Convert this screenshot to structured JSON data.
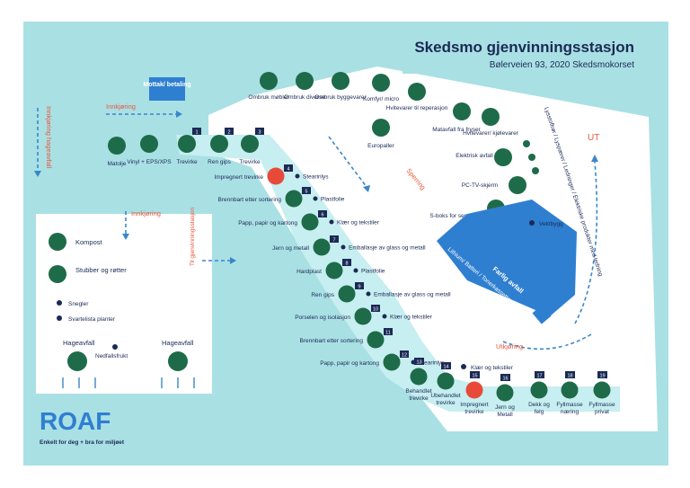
{
  "title": "Skedsmo gjenvinningsstasjon",
  "address": "Bølerveien 93, 2020 Skedsmokorset",
  "logo": {
    "name": "ROAF",
    "tagline": "Enkelt for deg + bra for miljøet"
  },
  "colors": {
    "water": "#a9e0e4",
    "road": "#c7eef0",
    "navy": "#1b2a55",
    "green": "#1e6b4a",
    "red": "#e84a3a",
    "blue": "#2f7fd1",
    "arrow": "#3b86c9",
    "accent": "#e8573e"
  },
  "flow": {
    "innkjoring_hageavfall": "Innkjøring hageavfall",
    "innkjoring_top": "Innkjøring",
    "innkjoring_left": "Innkjøring",
    "til_gjenvinning": "Til gjenvinningsstasjon",
    "sperring": "Sperring",
    "utkjoring": "Utkjøring",
    "ut": "UT"
  },
  "mottak": "Mottak/ betaling",
  "hage": {
    "kompost": "Kompost",
    "stubber": "Stubber og røtter",
    "snegler": "Snegler",
    "svartelista": "Svartelista planter",
    "hageavfall_1": "Hageavfall",
    "nedfallsfrukt": "Nedfallsfrukt",
    "hageavfall_2": "Hageavfall"
  },
  "top_row": {
    "matolje": "Matolje",
    "vinyl": "Vinyl + EPS/XPS",
    "trevirke_1": "Trevirke",
    "ren_gips": "Ren gips",
    "trevirke_2": "Trevirke"
  },
  "ombruk": {
    "mobler": "Ombruk møbler",
    "diverse": "Ombruk diverse",
    "byggevarer": "Ombruk byggevarer",
    "komfyr": "Komfyr/ micro",
    "hvitevarer_rep": "Hvitevarer til reperasjon",
    "europaller": "Europaller"
  },
  "right_side": {
    "matavfall": "Matavfall fra fryser",
    "hvitevarer": "Hvitevarer/ kjølevarer",
    "elektrisk": "Elektrisk avfall",
    "pctv": "PC-TV-skjerm",
    "sboks": "S-boks for sensitive data",
    "lysstoffror": "Lysstoffrør / Lyspærer / Ledninger / Elektriske produkter med ledning",
    "vektbygg": "Vektbygg",
    "farlig": "Farlig avfall",
    "building": "Lithium/ Batteri / Tonerkassetter / Bensin / Olje / Maling / Lakk / Asbest / Gass"
  },
  "left_column": [
    {
      "num": "4",
      "label": "Impregnert trevirke",
      "side": "Stearinlys"
    },
    {
      "num": "5",
      "label": "Brennbart etter sortering",
      "side": "Plastfolie"
    },
    {
      "num": "6",
      "label": "Papp, papir og kartong",
      "side": "Klær og tekstiler"
    },
    {
      "num": "7",
      "label": "Jern og metall",
      "side": "Emballasje av glass og metall"
    },
    {
      "num": "8",
      "label": "Hardplast",
      "side": "Plastfolie"
    },
    {
      "num": "9",
      "label": "Ren gips",
      "side": "Emballasje av glass og metall"
    },
    {
      "num": "10",
      "label": "Porselen og isolasjon",
      "side": "Klær og tekstiler"
    },
    {
      "num": "11",
      "label": "Brennbart etter sortering",
      "side": ""
    },
    {
      "num": "12",
      "label": "Papp, papir og kartong",
      "side": "Stearinlys"
    }
  ],
  "nums_top": [
    "1",
    "2",
    "3"
  ],
  "bottom_row": [
    {
      "num": "13",
      "label": "Behandlet trevirke"
    },
    {
      "num": "14",
      "label": "Ubehandlet trevirke"
    },
    {
      "num": "15",
      "label": "Impregnert trevirke"
    },
    {
      "num": "16",
      "label": "Jern og Metall"
    },
    {
      "num": "17",
      "label": "Dekk og felg"
    },
    {
      "num": "18",
      "label": "Fyllmasse næring"
    },
    {
      "num": "19",
      "label": "Fyllmasse privat"
    }
  ],
  "klaer_bottom": "Klær og tekstiler"
}
